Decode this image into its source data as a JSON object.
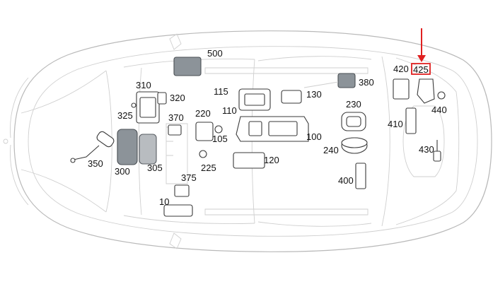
{
  "diagram": {
    "part_labels": [
      {
        "id": "500",
        "text": "500"
      },
      {
        "id": "310",
        "text": "310"
      },
      {
        "id": "320",
        "text": "320"
      },
      {
        "id": "325",
        "text": "325"
      },
      {
        "id": "115",
        "text": "115"
      },
      {
        "id": "110",
        "text": "110"
      },
      {
        "id": "130",
        "text": "130"
      },
      {
        "id": "380",
        "text": "380"
      },
      {
        "id": "420",
        "text": "420"
      },
      {
        "id": "425",
        "text": "425"
      },
      {
        "id": "440",
        "text": "440"
      },
      {
        "id": "410",
        "text": "410"
      },
      {
        "id": "430",
        "text": "430"
      },
      {
        "id": "230",
        "text": "230"
      },
      {
        "id": "240",
        "text": "240"
      },
      {
        "id": "400",
        "text": "400"
      },
      {
        "id": "220",
        "text": "220"
      },
      {
        "id": "370",
        "text": "370"
      },
      {
        "id": "105",
        "text": "105"
      },
      {
        "id": "100",
        "text": "100"
      },
      {
        "id": "225",
        "text": "225"
      },
      {
        "id": "120",
        "text": "120"
      },
      {
        "id": "350",
        "text": "350"
      },
      {
        "id": "300",
        "text": "300"
      },
      {
        "id": "305",
        "text": "305"
      },
      {
        "id": "375",
        "text": "375"
      },
      {
        "id": "10",
        "text": "10"
      }
    ],
    "highlighted_label": "425",
    "colors": {
      "highlight": "#e02020",
      "outline": "#b9b9b9",
      "part_grey": "#8c9399"
    }
  }
}
